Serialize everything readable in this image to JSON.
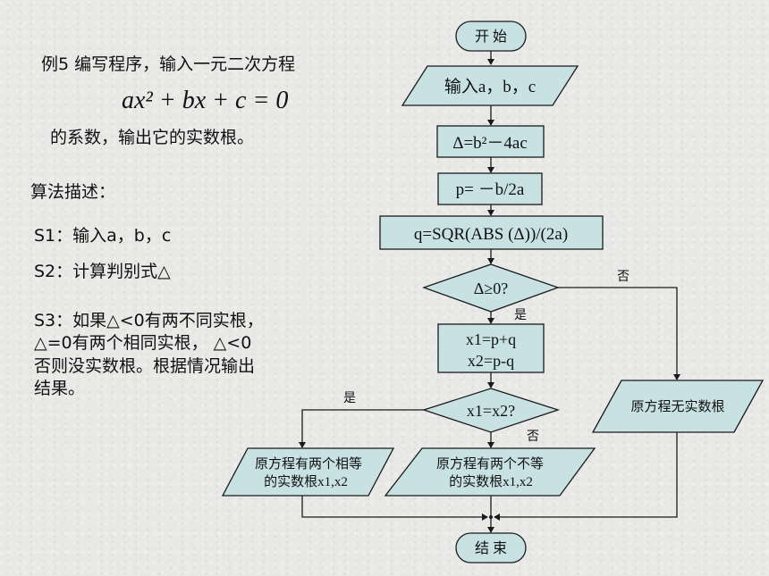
{
  "left": {
    "title_line1": "例5  编写程序，输入一元二次方程",
    "equation": "ax² + bx + c = 0",
    "title_line2": "的系数，输出它的实数根。",
    "algo_heading": "算法描述：",
    "s1": "S1：输入a，b，c",
    "s2": "S2：计算判别式△",
    "s3_lines": [
      "S3：如果△<0有两不同实根，",
      "△=0有两个相同实根， △<0",
      "否则没实数根。根据情况输出",
      "结果。"
    ]
  },
  "flowchart": {
    "start": "开 始",
    "input": "输入a，b，c",
    "delta": "Δ=b²－4ac",
    "p": "p= －b/2a",
    "q": "q=SQR(ABS (Δ))/(2a)",
    "cond1": "Δ≥0?",
    "cond1_yes": "是",
    "cond1_no": "否",
    "x_line1": "x1=p+q",
    "x_line2": "x2=p-q",
    "cond2": "x1=x2?",
    "cond2_yes": "是",
    "cond2_no": "否",
    "out_equal_1": "原方程有两个相等",
    "out_equal_2": "的实数根x1,x2",
    "out_diff_1": "原方程有两个不等",
    "out_diff_2": "的实数根x1,x2",
    "no_root": "原方程无实数根",
    "end": "结 束"
  },
  "colors": {
    "shape_fill": "#c8e2e3",
    "stroke": "#1a1a1a"
  }
}
